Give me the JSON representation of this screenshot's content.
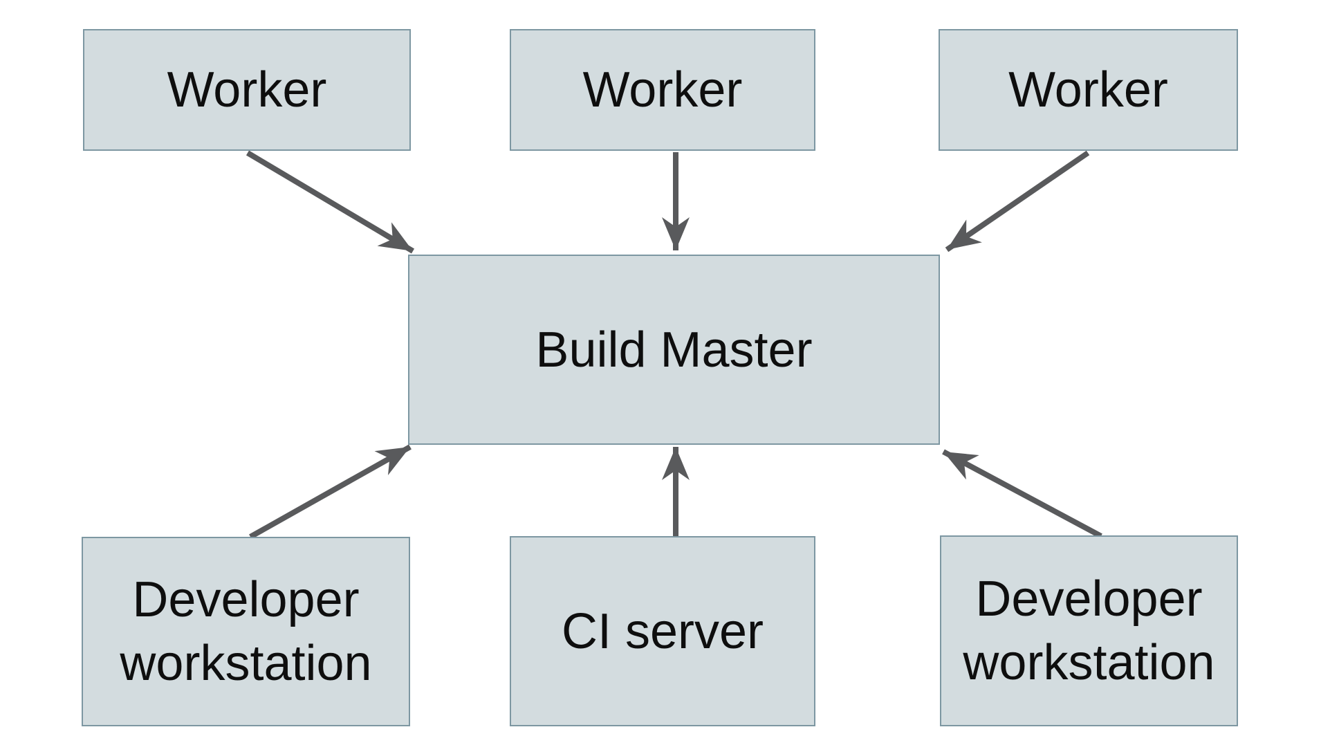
{
  "diagram": {
    "nodes": [
      {
        "id": "worker-1",
        "label": "Worker"
      },
      {
        "id": "worker-2",
        "label": "Worker"
      },
      {
        "id": "worker-3",
        "label": "Worker"
      },
      {
        "id": "build-master",
        "label": "Build Master"
      },
      {
        "id": "developer-workstation-left",
        "label": "Developer\nworkstation"
      },
      {
        "id": "ci-server",
        "label": "CI server"
      },
      {
        "id": "developer-workstation-right",
        "label": "Developer\nworkstation"
      }
    ],
    "edges": [
      {
        "from": "worker-1",
        "to": "build-master"
      },
      {
        "from": "worker-2",
        "to": "build-master"
      },
      {
        "from": "worker-3",
        "to": "build-master"
      },
      {
        "from": "developer-workstation-left",
        "to": "build-master"
      },
      {
        "from": "ci-server",
        "to": "build-master"
      },
      {
        "from": "developer-workstation-right",
        "to": "build-master"
      }
    ],
    "colors": {
      "node_fill": "#d3dcdf",
      "node_border": "#7d97a2",
      "arrow": "#595a5c",
      "text": "#0e0e0e",
      "background": "#ffffff"
    }
  }
}
